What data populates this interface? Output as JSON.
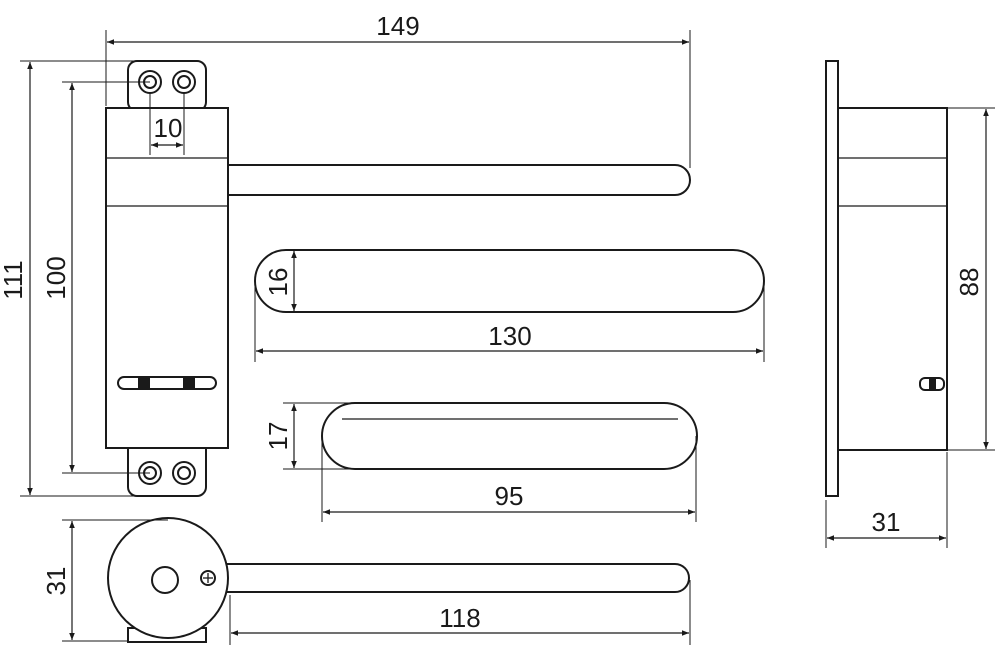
{
  "dimensions": {
    "overall_width": "149",
    "overall_height": "111",
    "hole_spacing_height": "100",
    "hole_spacing": "10",
    "arm_width": "16",
    "arm_length": "130",
    "cover_height": "17",
    "cover_length": "95",
    "side_height": "88",
    "side_depth": "31",
    "bottom_height": "31",
    "bottom_arm_length": "118"
  },
  "colors": {
    "line": "#1a1a1a",
    "background": "#ffffff"
  }
}
